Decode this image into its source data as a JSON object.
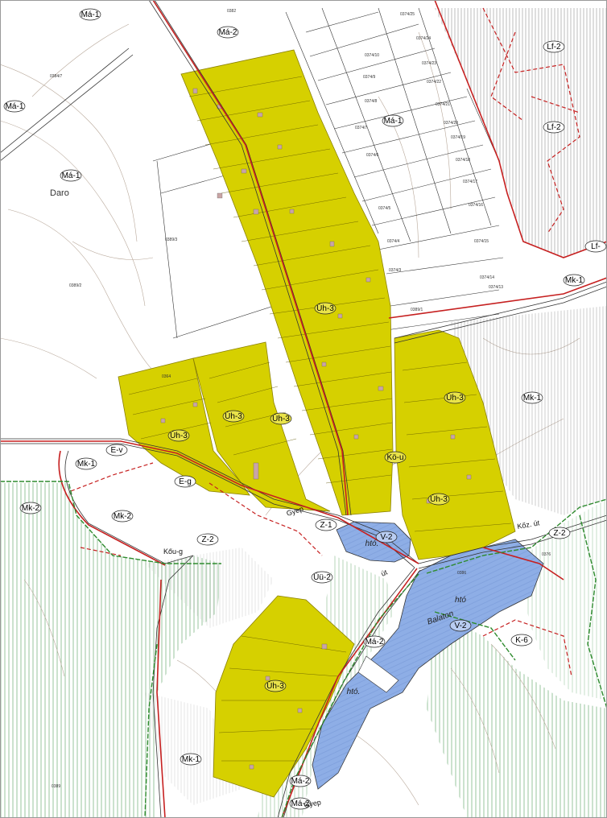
{
  "colors": {
    "residential_zone": "#d6d000",
    "water": "#8eaee6",
    "zone_border": "#c62020",
    "protected_line": "#2e8b2e",
    "forest_hatch": "#2f8a3a",
    "contour": "#b8a89a",
    "parcel_line": "#333333"
  },
  "map": {
    "place_name": "Daro",
    "zones": [
      {
        "code": "Má-1"
      },
      {
        "code": "Má-2"
      },
      {
        "code": "Má-1"
      },
      {
        "code": "Má-1"
      },
      {
        "code": "Má-1"
      },
      {
        "code": "Lf-2"
      },
      {
        "code": "Lf-2"
      },
      {
        "code": "Lf-"
      },
      {
        "code": "Mk-1"
      },
      {
        "code": "Mk-1"
      },
      {
        "code": "Úh-3"
      },
      {
        "code": "Úh-3"
      },
      {
        "code": "Úh-3"
      },
      {
        "code": "Úh-3"
      },
      {
        "code": "Úh-3"
      },
      {
        "code": "Úh-3"
      },
      {
        "code": "Úh-3"
      },
      {
        "code": "E-v"
      },
      {
        "code": "Mk-1"
      },
      {
        "code": "E-g"
      },
      {
        "code": "Mk-2"
      },
      {
        "code": "Mk-2"
      },
      {
        "code": "Z-2"
      },
      {
        "code": "Z-1"
      },
      {
        "code": "V-2"
      },
      {
        "code": "Üü-2"
      },
      {
        "code": "Z-2"
      },
      {
        "code": "Má-2"
      },
      {
        "code": "V-2"
      },
      {
        "code": "K-6"
      },
      {
        "code": "Má-2"
      },
      {
        "code": "Mk-1"
      },
      {
        "code": "Má-2"
      },
      {
        "code": "Kö-u"
      }
    ],
    "water_labels": [
      {
        "text": "htó."
      },
      {
        "text": "htó"
      },
      {
        "text": "htó."
      },
      {
        "text": "Balaton"
      }
    ],
    "road_labels": [
      {
        "text": "Gyep"
      },
      {
        "text": "Gyep"
      },
      {
        "text": "Kőz. út"
      },
      {
        "text": "út"
      },
      {
        "text": "Kőu-g"
      }
    ],
    "parcel_labels": [
      {
        "text": "0374/25"
      },
      {
        "text": "0374/24"
      },
      {
        "text": "0374/23"
      },
      {
        "text": "0374/22"
      },
      {
        "text": "0374/21"
      },
      {
        "text": "0374/20"
      },
      {
        "text": "0374/19"
      },
      {
        "text": "0374/18"
      },
      {
        "text": "0374/17"
      },
      {
        "text": "0374/16"
      },
      {
        "text": "0374/15"
      },
      {
        "text": "0374/14"
      },
      {
        "text": "0374/13"
      },
      {
        "text": "0374/10"
      },
      {
        "text": "0374/9"
      },
      {
        "text": "0374/8"
      },
      {
        "text": "0374/7"
      },
      {
        "text": "0374/6"
      },
      {
        "text": "0374/5"
      },
      {
        "text": "0374/4"
      },
      {
        "text": "0374/3"
      },
      {
        "text": "0389/1"
      },
      {
        "text": "0389/2"
      },
      {
        "text": "0389/3"
      },
      {
        "text": "0364"
      },
      {
        "text": "0382"
      },
      {
        "text": "0384/7"
      },
      {
        "text": "0386"
      },
      {
        "text": "0389"
      },
      {
        "text": "0376"
      }
    ]
  }
}
